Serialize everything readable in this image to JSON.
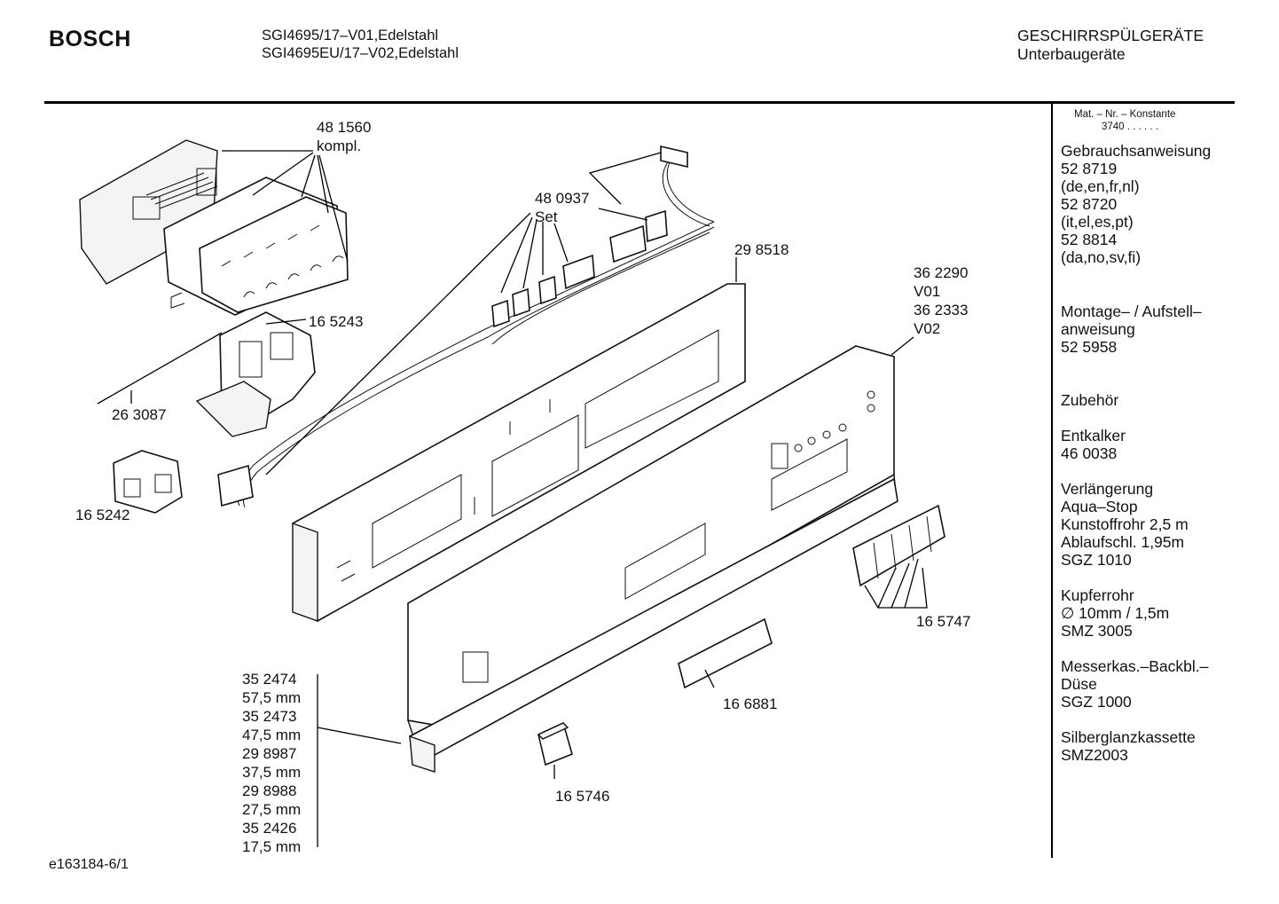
{
  "header": {
    "brand": "BOSCH",
    "model_line_1": "SGI4695/17–V01,Edelstahl",
    "model_line_2": "SGI4695EU/17–V02,Edelstahl",
    "category_line_1": "GESCHIRRSPÜLGERÄTE",
    "category_line_2": "Unterbaugeräte"
  },
  "sidebar": {
    "konstante_header": "Mat. – Nr. – Konstante",
    "konstante_value": "3740  .  .    .  .  .  .",
    "blocks": [
      "Gebrauchsanweisung\n52 8719\n(de,en,fr,nl)\n52 8720\n(it,el,es,pt)\n52 8814\n(da,no,sv,fi)",
      "Montage– / Aufstell–\nanweisung\n52 5958",
      "Zubehör",
      "Entkalker\n46 0038",
      "Verlängerung\nAqua–Stop\nKunstoffrohr 2,5 m\nAblaufschl. 1,95m\nSGZ 1010",
      "Kupferrohr\n∅ 10mm / 1,5m\nSMZ 3005",
      "Messerkas.–Backbl.–\nDüse\nSGZ 1000",
      "Silberglanzkassette\nSMZ2003"
    ]
  },
  "labels": {
    "p481560": "48 1560",
    "kompl": "kompl.",
    "p480937": "48 0937",
    "set": "Set",
    "p298518": "29 8518",
    "p362290": "36 2290",
    "v01": "V01",
    "p362333": "36 2333",
    "v02": "V02",
    "p165243": "16 5243",
    "p263087": "26 3087",
    "p165242": "16 5242",
    "p165747": "16 5747",
    "p166881": "16 6881",
    "p165746": "16 5746",
    "sizes": [
      "35 2474",
      "57,5 mm",
      "35 2473",
      "47,5 mm",
      "29 8987",
      "37,5 mm",
      "29 8988",
      "27,5 mm",
      "35 2426",
      "17,5 mm"
    ]
  },
  "footer": {
    "doc_id": "e163184-6/1"
  }
}
